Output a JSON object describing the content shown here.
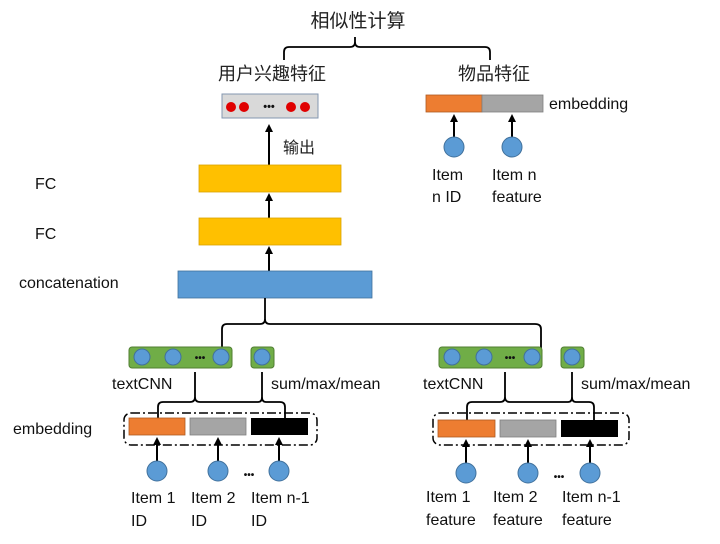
{
  "title": "相似性计算",
  "user_feature": {
    "label": "用户兴趣特征",
    "ellipsis": "•••",
    "output_label": "输出"
  },
  "item_feature": {
    "label": "物品特征",
    "embedding_label": "embedding",
    "inputs": [
      {
        "line1": "Item",
        "line2": "n ID"
      },
      {
        "line1": "Item n",
        "line2": "feature"
      }
    ]
  },
  "layers": {
    "fc1": "FC",
    "fc2": "FC",
    "concat": "concatenation"
  },
  "left_branch": {
    "textcnn_label": "textCNN",
    "pool_label": "sum/max/mean",
    "embedding_label": "embedding",
    "ellipsis": "•••",
    "input_ellipsis": "•••",
    "inputs": [
      {
        "line1": "Item 1",
        "line2": "ID"
      },
      {
        "line1": "Item 2",
        "line2": "ID"
      },
      {
        "line1": "Item n-1",
        "line2": "ID"
      }
    ]
  },
  "right_branch": {
    "textcnn_label": "textCNN",
    "pool_label": "sum/max/mean",
    "ellipsis": "•••",
    "input_ellipsis": "•••",
    "inputs": [
      {
        "line1": "Item 1",
        "line2": "feature"
      },
      {
        "line1": "Item 2",
        "line2": "feature"
      },
      {
        "line1": "Item n-1",
        "line2": "feature"
      }
    ]
  },
  "colors": {
    "fc": "#ffc000",
    "concat": "#5b9bd5",
    "orange": "#ed7d31",
    "gray": "#a5a5a5",
    "black": "#000000",
    "green": "#70ad47",
    "node_blue": "#5b9bd5",
    "red_dot": "#e00000",
    "user_box": "#d9d9d9"
  }
}
